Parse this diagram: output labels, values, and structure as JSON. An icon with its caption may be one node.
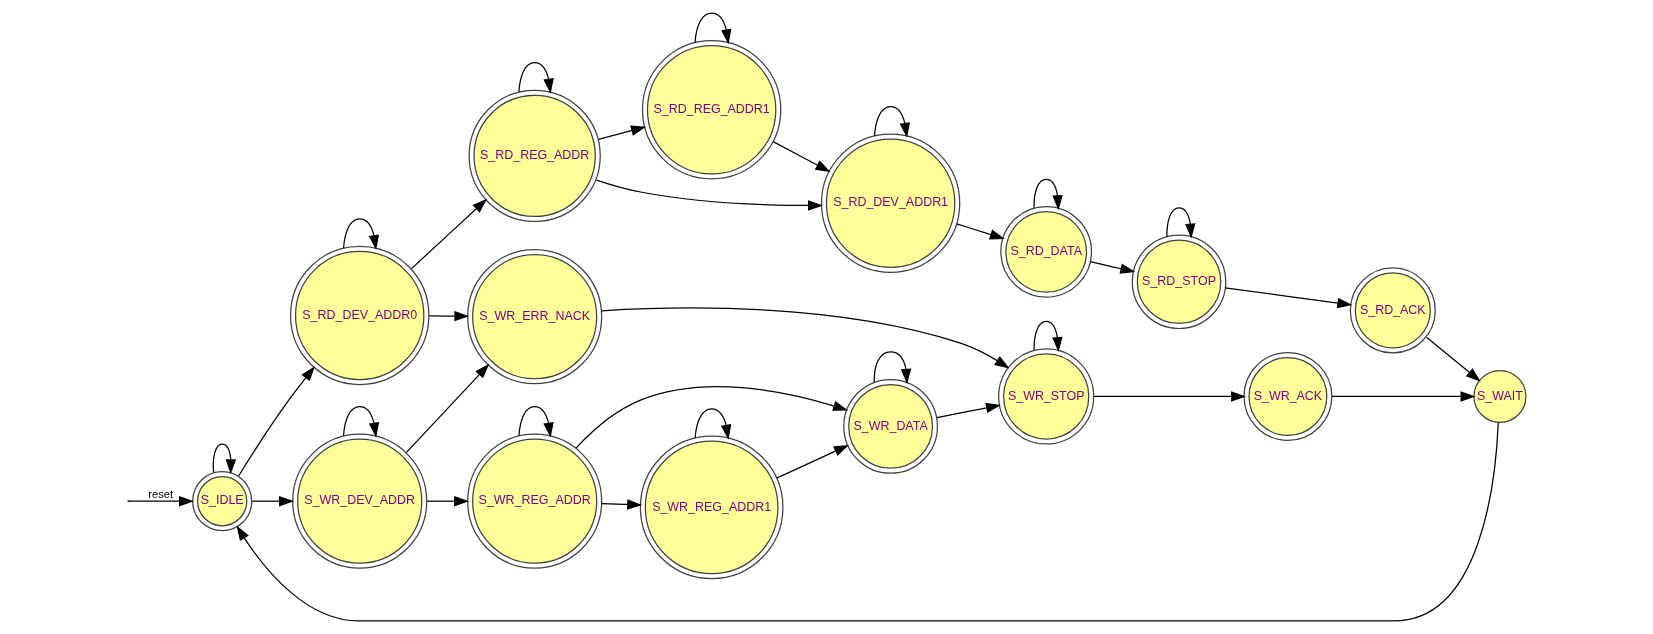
{
  "diagram": {
    "nodes": [
      {
        "text": [
          "S_IDLE"
        ]
      },
      {
        "text": [
          "S_WR_DEV_ADDR"
        ]
      },
      {
        "text": [
          "S_RD_DEV_ADDR0"
        ]
      },
      {
        "text": [
          "S_WR_ERR_NACK"
        ]
      },
      {
        "text": [
          "S_RD_REG_ADDR"
        ]
      },
      {
        "text": [
          "S_RD_REG_ADDR1"
        ]
      },
      {
        "text": [
          "S_RD_DEV_ADDR1"
        ]
      },
      {
        "text": [
          "S_WR_REG_ADDR"
        ]
      },
      {
        "text": [
          "S_WR_REG_ADDR1"
        ]
      },
      {
        "text": [
          "S_WR_DATA"
        ]
      },
      {
        "text": [
          "S_RD_DATA"
        ]
      },
      {
        "text": [
          "S_WR_STOP"
        ]
      },
      {
        "text": [
          "S_WR_ACK"
        ]
      },
      {
        "text": [
          "S_RD_STOP"
        ]
      },
      {
        "text": [
          "S_RD_ACK"
        ]
      },
      {
        "text": [
          "S_WAIT"
        ]
      }
    ],
    "edges": [
      {
        "from": null,
        "to": 0,
        "arrow": "to",
        "label": "reset"
      },
      {
        "from": 0,
        "to": 0,
        "arrow": "to"
      },
      {
        "from": 0,
        "to": 1,
        "arrow": "to"
      },
      {
        "from": 0,
        "to": 2,
        "arrow": "to"
      },
      {
        "from": 1,
        "to": 1,
        "arrow": "to"
      },
      {
        "from": 1,
        "to": 3,
        "arrow": "to"
      },
      {
        "from": 1,
        "to": 7,
        "arrow": "to"
      },
      {
        "from": 2,
        "to": 2,
        "arrow": "to"
      },
      {
        "from": 2,
        "to": 3,
        "arrow": "to"
      },
      {
        "from": 2,
        "to": 4,
        "arrow": "to"
      },
      {
        "from": 3,
        "to": 11,
        "arrow": "to"
      },
      {
        "from": 4,
        "to": 4,
        "arrow": "to"
      },
      {
        "from": 4,
        "to": 5,
        "arrow": "to"
      },
      {
        "from": 4,
        "to": 6,
        "arrow": "to"
      },
      {
        "from": 5,
        "to": 5,
        "arrow": "to"
      },
      {
        "from": 5,
        "to": 6,
        "arrow": "to"
      },
      {
        "from": 6,
        "to": 6,
        "arrow": "to"
      },
      {
        "from": 6,
        "to": 10,
        "arrow": "to"
      },
      {
        "from": 7,
        "to": 7,
        "arrow": "to"
      },
      {
        "from": 7,
        "to": 8,
        "arrow": "to"
      },
      {
        "from": 7,
        "to": 9,
        "arrow": "to"
      },
      {
        "from": 8,
        "to": 8,
        "arrow": "to"
      },
      {
        "from": 8,
        "to": 9,
        "arrow": "to"
      },
      {
        "from": 9,
        "to": 9,
        "arrow": "to"
      },
      {
        "from": 9,
        "to": 11,
        "arrow": "to"
      },
      {
        "from": 10,
        "to": 10,
        "arrow": "to"
      },
      {
        "from": 10,
        "to": 13,
        "arrow": "to"
      },
      {
        "from": 11,
        "to": 11,
        "arrow": "to"
      },
      {
        "from": 11,
        "to": 12,
        "arrow": "to"
      },
      {
        "from": 12,
        "to": 15,
        "arrow": "to"
      },
      {
        "from": 13,
        "to": 13,
        "arrow": "to"
      },
      {
        "from": 13,
        "to": 14,
        "arrow": "to"
      },
      {
        "from": 14,
        "to": 15,
        "arrow": "to"
      },
      {
        "from": 15,
        "to": 0,
        "arrow": "to"
      }
    ]
  }
}
